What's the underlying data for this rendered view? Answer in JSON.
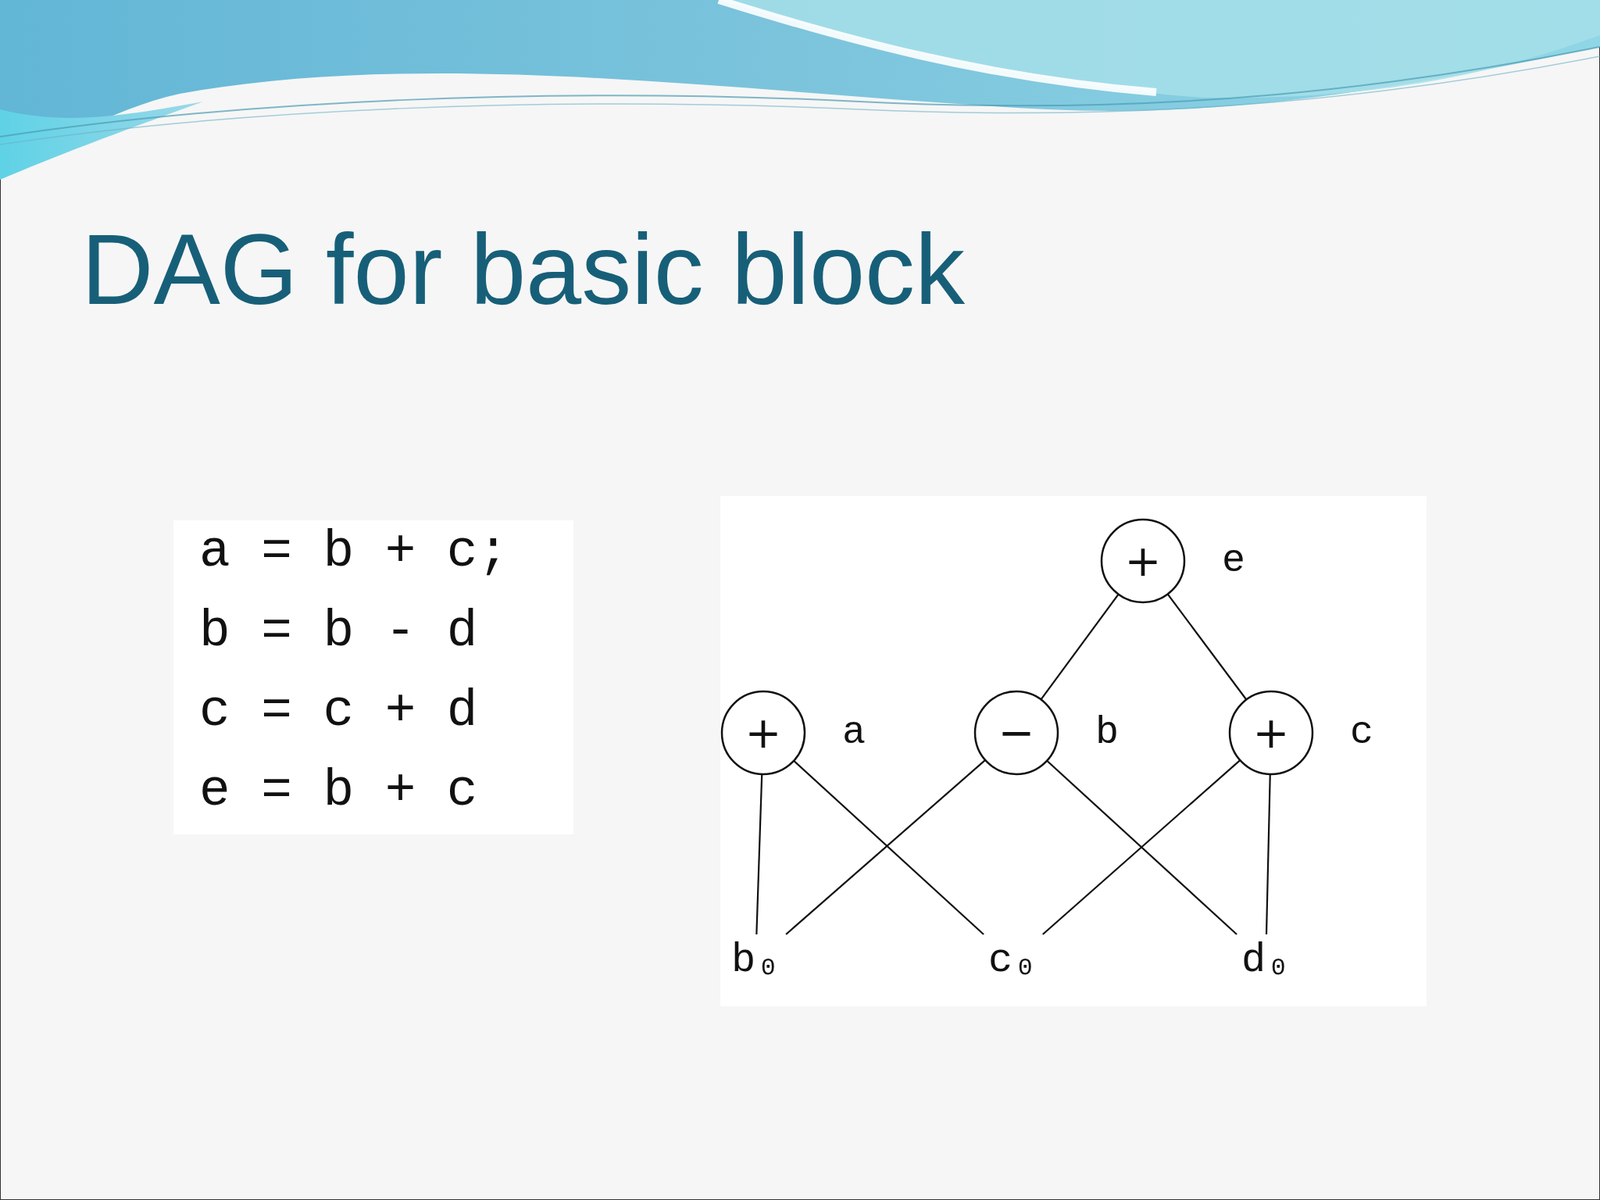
{
  "diagram": {
    "title": "DAG for basic block",
    "nodes": [
      {
        "text": [
          "+",
          "e"
        ]
      },
      {
        "text": [
          "+",
          "a"
        ]
      },
      {
        "text": [
          "−",
          "b"
        ]
      },
      {
        "text": [
          "+",
          "c"
        ]
      },
      {
        "text": [
          "b₀"
        ]
      },
      {
        "text": [
          "c₀"
        ]
      },
      {
        "text": [
          "d₀"
        ]
      }
    ],
    "edges": [
      {
        "from": 0,
        "to": 2,
        "arrow": "none"
      },
      {
        "from": 0,
        "to": 3,
        "arrow": "none"
      },
      {
        "from": 1,
        "to": 4,
        "arrow": "none"
      },
      {
        "from": 1,
        "to": 5,
        "arrow": "none"
      },
      {
        "from": 2,
        "to": 4,
        "arrow": "none"
      },
      {
        "from": 2,
        "to": 6,
        "arrow": "none"
      },
      {
        "from": 3,
        "to": 5,
        "arrow": "none"
      },
      {
        "from": 3,
        "to": 6,
        "arrow": "none"
      }
    ],
    "labels": [
      "a = b + c;",
      "b = b - d",
      "c = c + d",
      "e = b + c"
    ]
  }
}
